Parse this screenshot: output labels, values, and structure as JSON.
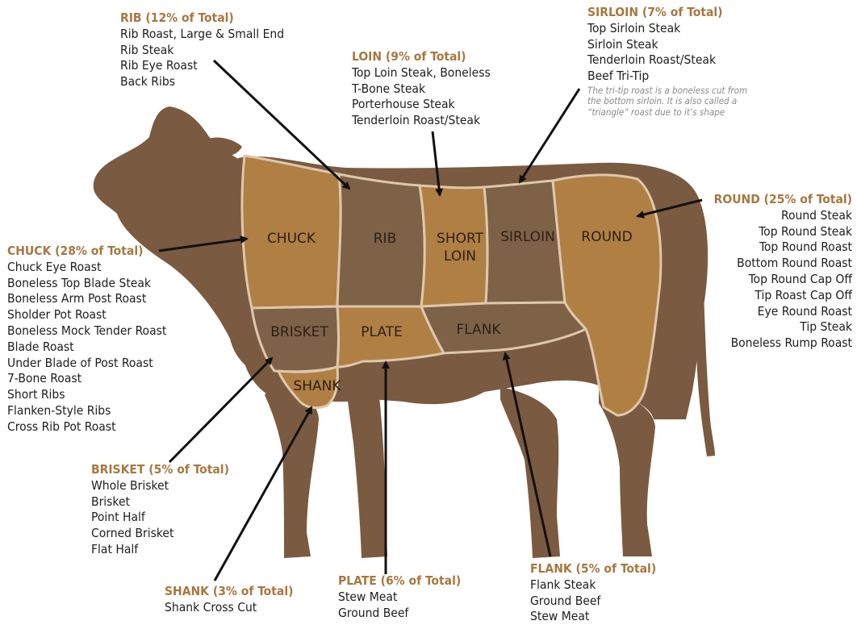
{
  "colors": {
    "body": "#7a5a40",
    "cut_light": "#b07f44",
    "cut_dark": "#7d6248",
    "cut_border": "#ddc8ac",
    "heading": "#a8773f",
    "text": "#1e1e1e"
  },
  "cuts": {
    "chuck": "CHUCK",
    "rib": "RIB",
    "short_loin_1": "SHORT",
    "short_loin_2": "LOIN",
    "sirloin": "SIRLOIN",
    "round": "ROUND",
    "brisket": "BRISKET",
    "plate": "PLATE",
    "flank": "FLANK",
    "shank": "SHANK"
  },
  "legend": {
    "rib": {
      "heading": "RIB (12% of Total)",
      "items": [
        "Rib Roast, Large & Small End",
        "Rib Steak",
        "Rib Eye Roast",
        "Back Ribs"
      ]
    },
    "loin": {
      "heading": "LOIN (9% of Total)",
      "items": [
        "Top Loin Steak, Boneless",
        "T-Bone Steak",
        "Porterhouse Steak",
        "Tenderloin Roast/Steak"
      ]
    },
    "sirloin": {
      "heading": "SIRLOIN (7% of Total)",
      "items": [
        "Top Sirloin Steak",
        "Sirloin Steak",
        "Tenderloin Roast/Steak",
        "Beef Tri-Tip"
      ],
      "note": "The tri-tip roast is a boneless cut from the bottom sirloin.  It is also called a “triangle” roast due to it’s shape"
    },
    "round": {
      "heading": "ROUND (25% of Total)",
      "items": [
        "Round Steak",
        "Top Round Steak",
        "Top Round Roast",
        "Bottom Round Roast",
        "Top Round Cap Off",
        "Tip Roast Cap Off",
        "Eye Round Roast",
        "Tip Steak",
        "Boneless Rump Roast"
      ]
    },
    "chuck": {
      "heading": "CHUCK (28% of Total)",
      "items": [
        "Chuck Eye Roast",
        "Boneless Top Blade Steak",
        "Boneless Arm Post Roast",
        "Sholder Pot Roast",
        "Boneless Mock Tender Roast",
        "Blade Roast",
        "Under Blade of Post Roast",
        "7-Bone Roast",
        "Short Ribs",
        "Flanken-Style Ribs",
        "Cross Rib Pot Roast"
      ]
    },
    "brisket": {
      "heading": "BRISKET (5% of Total)",
      "items": [
        "Whole Brisket",
        "Brisket",
        "Point Half",
        "Corned Brisket",
        "Flat Half"
      ]
    },
    "shank": {
      "heading": "SHANK (3% of Total)",
      "items": [
        "Shank Cross Cut"
      ]
    },
    "plate": {
      "heading": "PLATE (6% of Total)",
      "items": [
        "Stew Meat",
        "Ground Beef"
      ]
    },
    "flank": {
      "heading": "FLANK (5% of Total)",
      "items": [
        "Flank Steak",
        "Ground Beef",
        "Stew Meat"
      ]
    }
  }
}
